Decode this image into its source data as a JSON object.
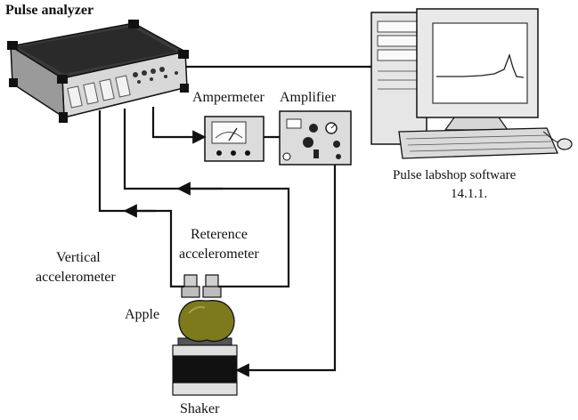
{
  "labels": {
    "pulse_analyzer": "Pulse analyzer",
    "ampermeter": "Ampermeter",
    "amplifier": "Amplifier",
    "software_line1": "Pulse labshop software",
    "software_line2": "14.1.1.",
    "vertical_line1": "Vertical",
    "vertical_line2": "accelerometer",
    "reference_line1": "Reterence",
    "reference_line2": "accelerometer",
    "apple": "Apple",
    "shaker": "Shaker"
  },
  "colors": {
    "wire": "#111111",
    "apple": "#7d7a1e",
    "device_body": "#dcdcdc",
    "analyzer_top": "#2b2b2b"
  }
}
